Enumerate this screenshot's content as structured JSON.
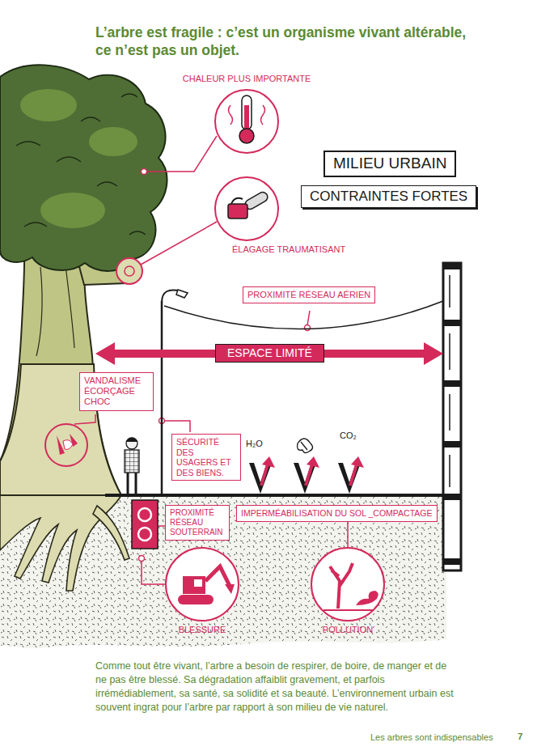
{
  "diagram": {
    "title": "L’arbre est fragile : c’est un organisme vivant altérable, ce n’est pas un objet.",
    "caption": "Comme tout être vivant, l’arbre a besoin de respirer, de boire, de manger et de ne pas être blessé. Sa dégradation affaiblit gravement, et parfois irrémédiablement, sa santé, sa solidité et sa beauté. L’environnement urbain est souvent ingrat pour l’arbre par rapport à son milieu de vie naturel.",
    "nodes": [
      {
        "text": [
          "CHALEUR PLUS IMPORTANTE"
        ]
      },
      {
        "text": [
          "MILIEU URBAIN"
        ]
      },
      {
        "text": [
          "ÉLAGAGE TRAUMATISANT"
        ]
      },
      {
        "text": [
          "CONTRAINTES FORTES"
        ]
      },
      {
        "text": [
          "PROXIMITÉ RÉSEAU AÉRIEN"
        ]
      },
      {
        "text": [
          "ESPACE LIMITÉ"
        ]
      },
      {
        "text": [
          "VANDALISME ÉCORÇAGE CHOC"
        ]
      },
      {
        "text": [
          "SÉCURITÉ DES USAGERS ET DES BIENS."
        ]
      },
      {
        "text": [
          "PROXIMITÉ RÉSEAU SOUTERRAIN"
        ]
      },
      {
        "text": [
          "IMPERMÉABILISATION DU SOL _COMPACTAGE"
        ]
      },
      {
        "text": [
          "BLESSURE"
        ]
      },
      {
        "text": [
          "POLLUTION"
        ]
      }
    ],
    "edges": [
      {
        "from": 11,
        "to": 9,
        "arrow": "none"
      }
    ],
    "labels": [
      "H₂O",
      "CO₂",
      "Les arbres sont indispensables",
      "7"
    ]
  }
}
